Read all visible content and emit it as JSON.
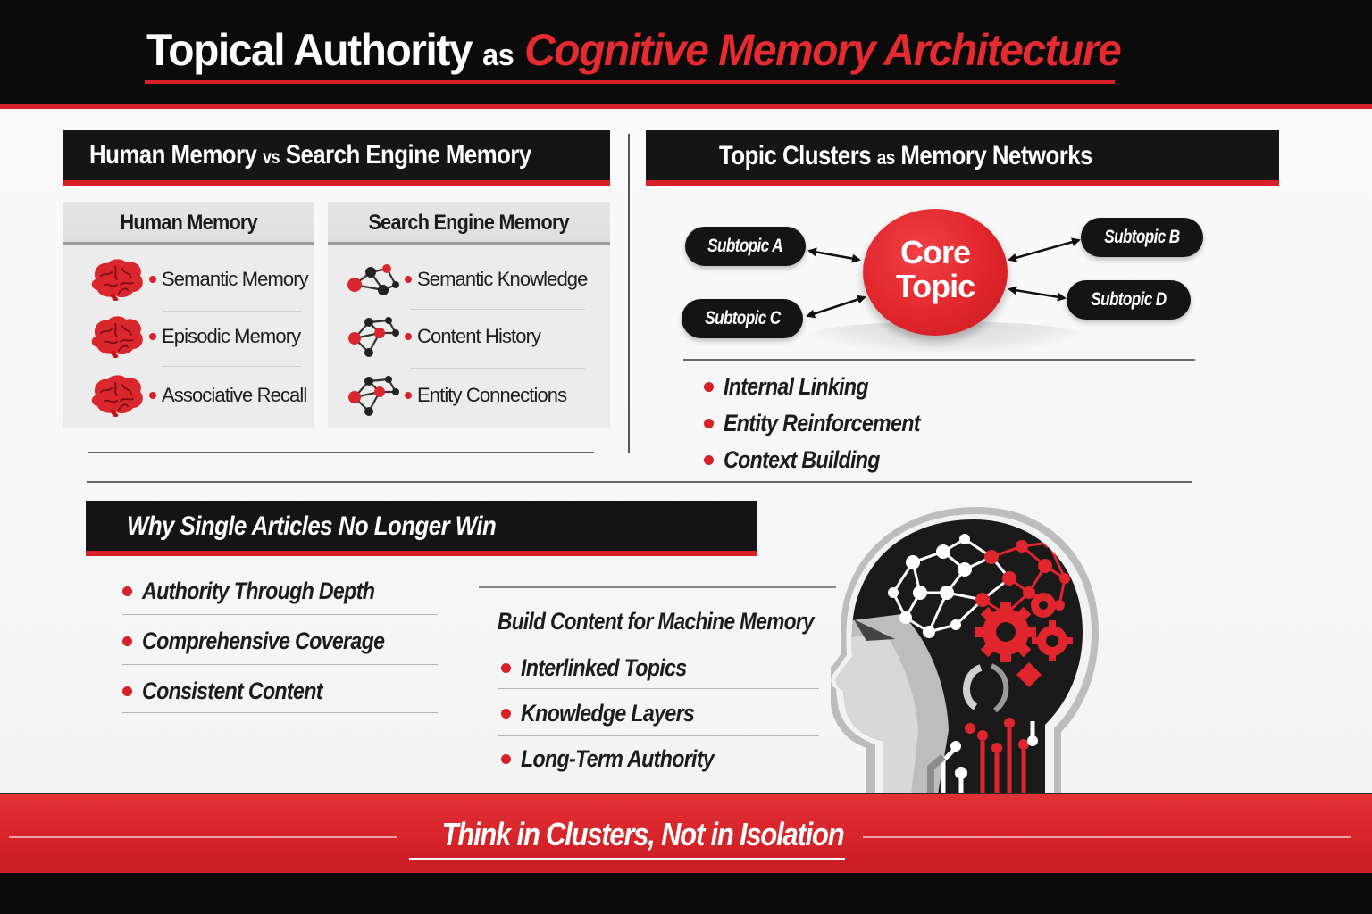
{
  "header": {
    "title_part1": "Topical Authority",
    "title_part2": "as",
    "title_part3": "Cognitive Memory Architecture"
  },
  "comparison": {
    "heading_left": "Human Memory",
    "heading_vs": "vs",
    "heading_right": "Search Engine Memory",
    "human": {
      "title": "Human Memory",
      "items": [
        "Semantic Memory",
        "Episodic Memory",
        "Associative Recall"
      ]
    },
    "search": {
      "title": "Search Engine Memory",
      "items": [
        "Semantic Knowledge",
        "Content History",
        "Entity Connections"
      ]
    }
  },
  "clusters": {
    "heading_left": "Topic Clusters",
    "heading_as": "as",
    "heading_right": "Memory Networks",
    "core_line1": "Core",
    "core_line2": "Topic",
    "subtopics": {
      "a": "Subtopic A",
      "b": "Subtopic B",
      "c": "Subtopic C",
      "d": "Subtopic D"
    },
    "bullets": [
      "Internal Linking",
      "Entity Reinforcement",
      "Context Building"
    ]
  },
  "single_articles": {
    "heading": "Why Single Articles No Longer Win",
    "bullets": [
      "Authority Through Depth",
      "Comprehensive Coverage",
      "Consistent Content"
    ]
  },
  "machine_memory": {
    "title": "Build Content for Machine Memory",
    "bullets": [
      "Interlinked Topics",
      "Knowledge Layers",
      "Long-Term Authority"
    ]
  },
  "footer": {
    "tagline": "Think in Clusters, Not in Isolation"
  },
  "colors": {
    "accent_red": "#d72027",
    "dark": "#151515",
    "background": "#f3f3f3"
  },
  "icons": {
    "human_items": "brain-icon",
    "search_items": "network-icon",
    "illustration": "ai-head-icon"
  }
}
